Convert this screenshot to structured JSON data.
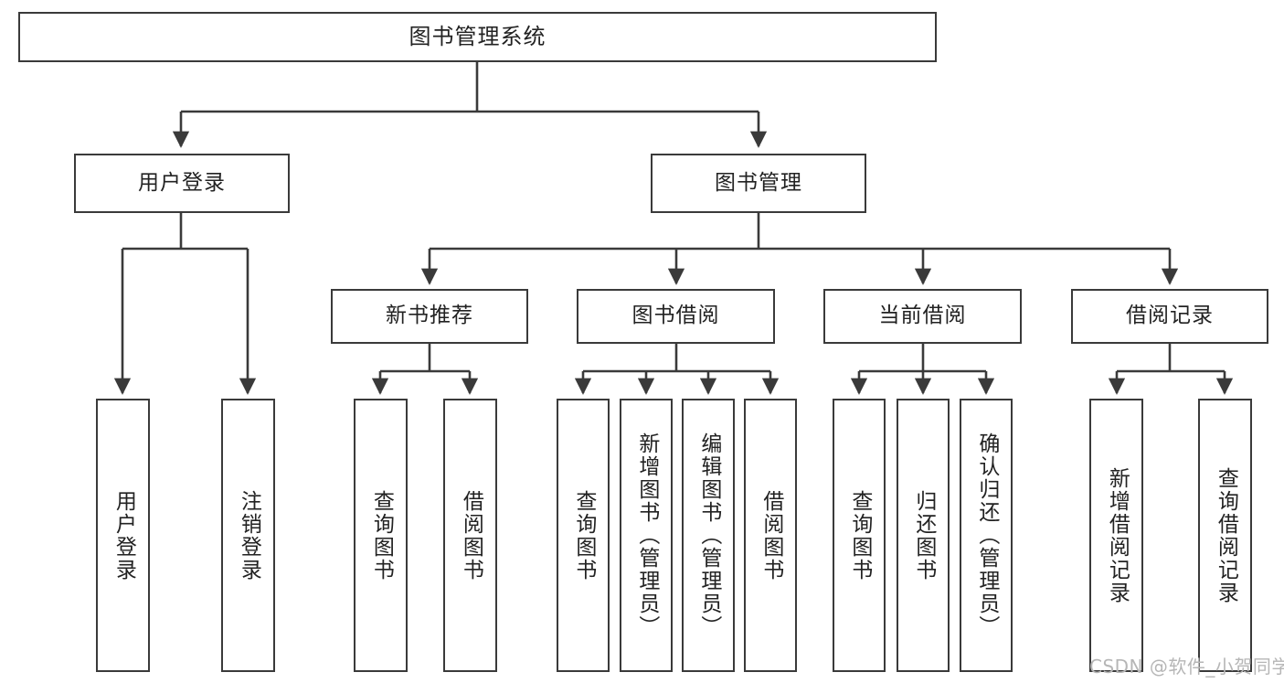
{
  "diagram": {
    "type": "tree-hierarchy",
    "title": "图书管理系统",
    "watermark": "CSDN @软件_小贺同学",
    "colors": {
      "stroke": "#3a3a3a",
      "fill": "#ffffff",
      "text": "#222222",
      "watermark": "#b6b6b6"
    },
    "root": {
      "label": "图书管理系统"
    },
    "level2": [
      {
        "label": "用户登录"
      },
      {
        "label": "图书管理"
      }
    ],
    "level3": [
      {
        "label": "新书推荐"
      },
      {
        "label": "图书借阅"
      },
      {
        "label": "当前借阅"
      },
      {
        "label": "借阅记录"
      }
    ],
    "leaves": {
      "user_login": [
        {
          "label": "用户登录"
        },
        {
          "label": "注销登录"
        }
      ],
      "new_book_recommend": [
        {
          "label": "查询图书"
        },
        {
          "label": "借阅图书"
        }
      ],
      "book_borrow": [
        {
          "label": "查询图书"
        },
        {
          "label": "新增图书（管理员）"
        },
        {
          "label": "编辑图书（管理员）"
        },
        {
          "label": "借阅图书"
        }
      ],
      "current_borrow": [
        {
          "label": "查询图书"
        },
        {
          "label": "归还图书"
        },
        {
          "label": "确认归还（管理员）"
        }
      ],
      "borrow_record": [
        {
          "label": "新增借阅记录"
        },
        {
          "label": "查询借阅记录"
        }
      ]
    }
  }
}
